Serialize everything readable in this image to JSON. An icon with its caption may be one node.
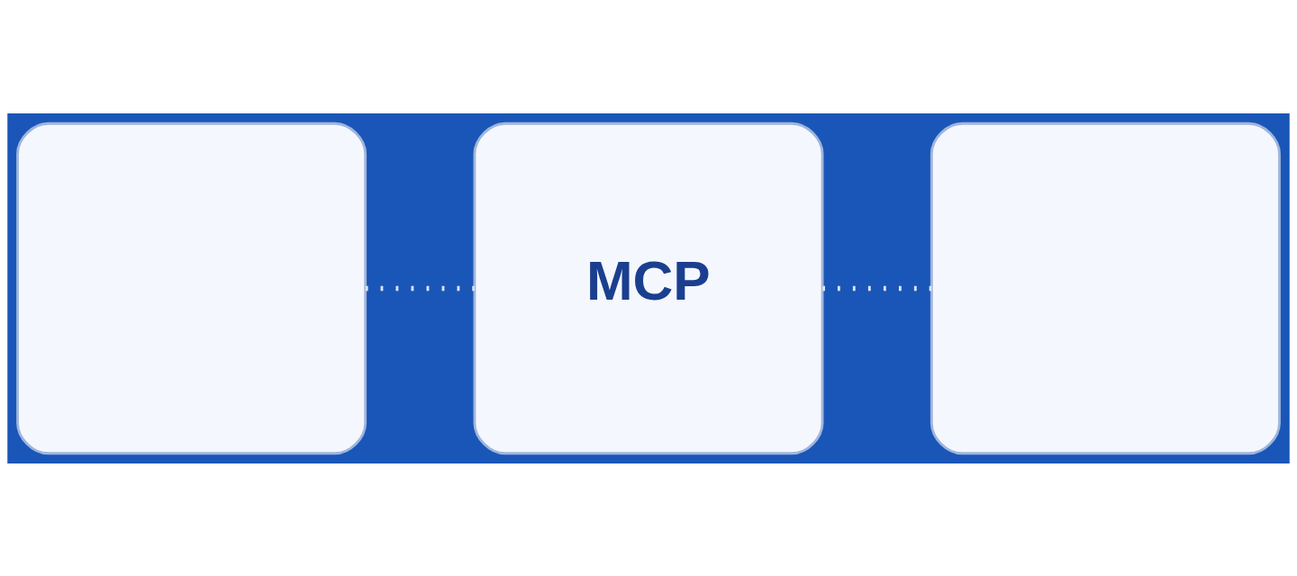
{
  "diagram": {
    "nodes": [
      {
        "text": [],
        "shape": "box"
      },
      {
        "text": [
          "MCP"
        ]
      },
      {
        "text": [],
        "shape": "box"
      }
    ],
    "edges": [
      {
        "from": 0,
        "to": 1,
        "arrow": "none",
        "style": "dashed"
      },
      {
        "from": 1,
        "to": 2,
        "arrow": "none",
        "style": "dashed"
      }
    ]
  }
}
